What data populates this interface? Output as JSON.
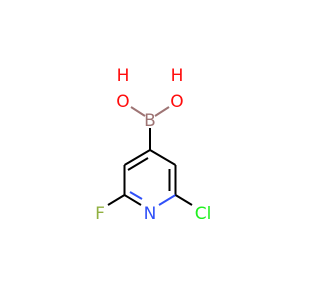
{
  "molecule": {
    "atoms": {
      "boron": {
        "symbol": "B",
        "color": "#9e7474"
      },
      "hydroxyl_left_o": {
        "symbol": "O",
        "color": "#ff0d0d"
      },
      "hydroxyl_left_h": {
        "symbol": "H",
        "color": "#ff0d0d"
      },
      "hydroxyl_right_o": {
        "symbol": "O",
        "color": "#ff0d0d"
      },
      "hydroxyl_right_h": {
        "symbol": "H",
        "color": "#ff0d0d"
      },
      "nitrogen": {
        "symbol": "N",
        "color": "#3050f8"
      },
      "fluorine": {
        "symbol": "F",
        "color": "#90b040"
      },
      "chlorine": {
        "symbol": "Cl",
        "color": "#1ff01f"
      }
    },
    "bond_color": "#000000"
  }
}
